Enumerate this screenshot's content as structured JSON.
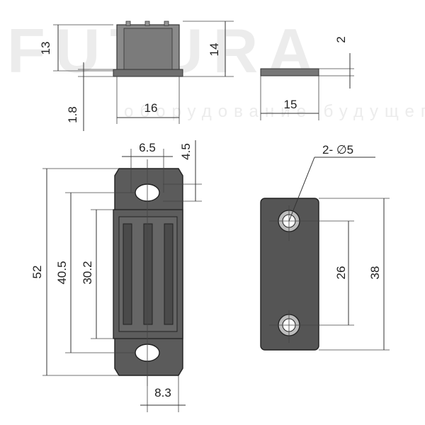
{
  "watermark": {
    "brand": "FUTURA",
    "tagline": "оборудование будущего"
  },
  "dimensions": {
    "top_catch_height": "13",
    "top_catch_total_height": "14",
    "top_catch_base": "1.8",
    "top_catch_width": "16",
    "plate_thickness": "2",
    "plate_side_width": "15",
    "slot_width": "6.5",
    "slot_offset": "4.5",
    "catch_length": "52",
    "slot_spacing": "40.5",
    "magnet_length": "30.2",
    "catch_width": "8.3",
    "holes": "2- ∅5",
    "hole_spacing": "26",
    "plate_length": "38"
  }
}
